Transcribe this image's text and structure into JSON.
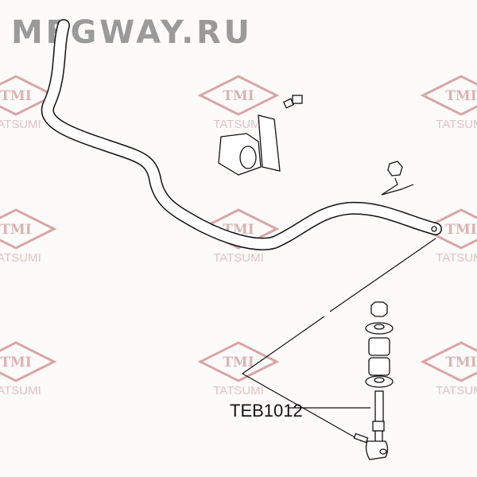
{
  "brand_watermark": "MEGWAY.RU",
  "logo_watermark": {
    "mark": "TMI",
    "name": "TATSUMI",
    "color": "#d9a5a5"
  },
  "part_label": "TEB1012"
}
